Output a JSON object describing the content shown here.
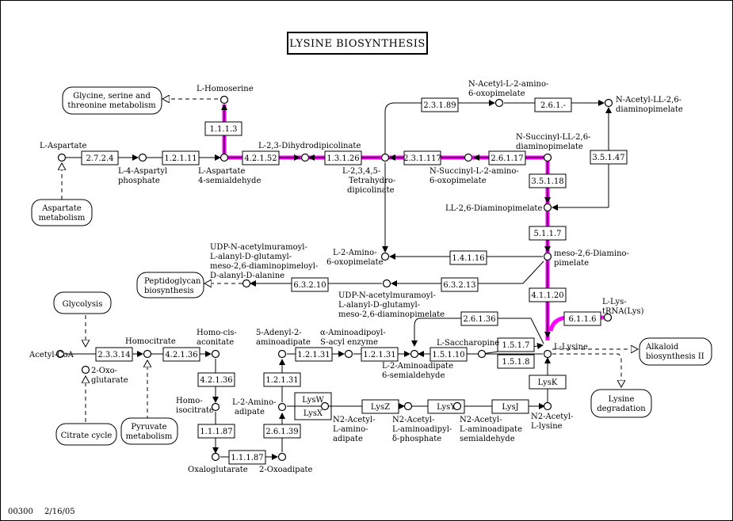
{
  "title": "LYSINE BIOSYNTHESIS",
  "footer": {
    "map_id": "00300",
    "date": "2/16/05"
  },
  "enzymes": [
    "2.7.2.4",
    "1.2.1.11",
    "1.1.1.3",
    "4.2.1.52",
    "1.3.1.26",
    "2.3.1.89",
    "2.6.1.-",
    "2.3.1.117",
    "2.6.1.17",
    "3.5.1.47",
    "3.5.1.18",
    "5.1.1.7",
    "1.4.1.16",
    "6.3.2.13",
    "6.3.2.10",
    "4.1.1.20",
    "6.1.1.6",
    "2.6.1.36",
    "1.5.1.7",
    "1.5.1.8",
    "1.5.1.10",
    "1.2.1.31",
    "1.2.1.31",
    "LysK",
    "LysW",
    "LysX",
    "LysZ",
    "LysY",
    "LysJ",
    "2.3.3.14",
    "4.2.1.36",
    "4.2.1.36",
    "1.1.1.87",
    "1.2.1.31",
    "2.6.1.39",
    "1.1.1.87"
  ],
  "compounds": [
    "L-Aspartate",
    "L-4-Aspartyl",
    "phosphate",
    "L-Homoserine",
    "L-Aspartate",
    "4-semialdehyde",
    "L-2,3-Dihydrodipicolinate",
    "L-2,3,4,5-",
    "Tetrahydro-",
    "dipicolinate",
    "N-Acetyl-L-2-amino-",
    "6-oxopimelate",
    "N-Acetyl-LL-2,6-",
    "diaminopimelate",
    "N-Succinyl-LL-2,6-",
    "diaminopimelate",
    "N-Succinyl-L-2-amino-",
    "6-oxopimelate",
    "LL-2,6-Diaminopimelate",
    "meso-2,6-Diamino-",
    "pimelate",
    "L-2-Amino-",
    "6-oxopimelate",
    "UDP-N-acetylmuramoyl-",
    "L-alanyl-D-glutamyl-",
    "meso-2,6-diaminopimeloyl-",
    "D-alanyl-D-alanine",
    "UDP-N-acetylmuramoyl-",
    "L-alanyl-D-glutamyl-",
    "meso-2,6-diaminopimelate",
    "L-Lys-",
    "tRNA(Lys)",
    "L-Lysine",
    "L-Saccharopine",
    "L-2-Aminoadipate",
    "6-semialdehyde",
    "5-Adenyl-2-",
    "aminoadipate",
    "α-Aminoadipoyl-",
    "S-acyl enzyme",
    "Acetyl-CoA",
    "Homocitrate",
    "Homo-cis-",
    "aconitate",
    "2-Oxo-",
    "glutarate",
    "Homo-",
    "isocitrate",
    "L-2-Amino-",
    "adipate",
    "N2-Acetyl-",
    "L-amino-",
    "adipate",
    "N2-Acetyl-",
    "L-aminoadipyl-",
    "δ-phosphate",
    "N2-Acetyl-",
    "L-aminoadipate",
    "semialdehyde",
    "N2-Acetyl-",
    "L-lysine",
    "Oxaloglutarate",
    "2-Oxoadipate"
  ],
  "maps": [
    "Glycine, serine and",
    "threonine metabolism",
    "Aspartate",
    "metabolism",
    "Peptidoglycan",
    "biosynthesis",
    "Glycolysis",
    "Citrate cycle",
    "Pyruvate",
    "metabolism",
    "Alkaloid",
    "biosynthesis II",
    "Lysine",
    "degradation"
  ],
  "colors": {
    "highlight": "#ff00ff"
  }
}
